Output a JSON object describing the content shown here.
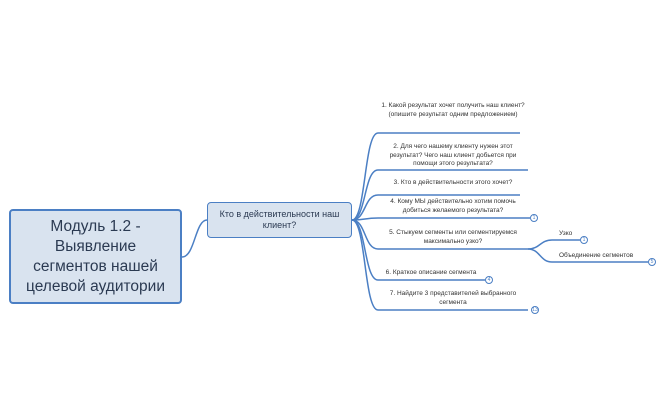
{
  "central_topic": "Модуль 1.2 - Выявление сегментов нашей целевой аудитории",
  "main_topic": "Кто в действительности наш клиент?",
  "subtopics": [
    {
      "label": "1. Какой результат хочет получить наш клиент? (опишите результат одним предложением)"
    },
    {
      "label": "2. Для чего нашему клиенту нужен этот результат? Чего наш клиент добьется при помощи этого результата?"
    },
    {
      "label": "3. Кто в действительности этого хочет?"
    },
    {
      "label": "4. Кому МЫ действительно хотим помочь добиться желаемого результата?",
      "badge": "1"
    },
    {
      "label": "5. Стыкуем сегменты или сегментируемся максимально узко?"
    },
    {
      "label": "6. Краткое описание сегмента",
      "badge": "4"
    },
    {
      "label": "7. Найдите 3 представителей выбранного сегмента",
      "badge": "13"
    }
  ],
  "segment_children": [
    {
      "label": "Узко",
      "badge": "1"
    },
    {
      "label": "Объединение сегментов",
      "badge": "5"
    }
  ],
  "colors": {
    "accent": "#4b7fc4",
    "node_fill": "#d9e3ef",
    "text": "#2b3a52"
  }
}
